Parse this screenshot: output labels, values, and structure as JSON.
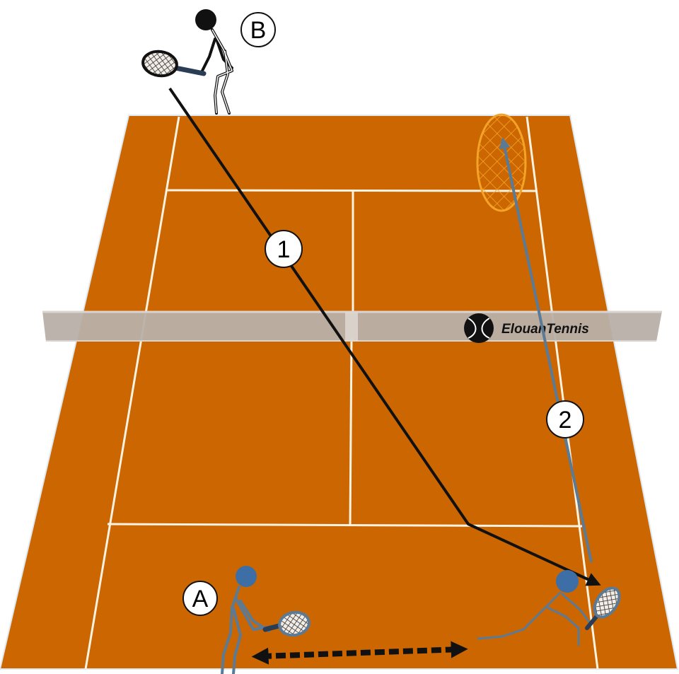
{
  "diagram": {
    "player_a_label": "A",
    "player_b_label": "B",
    "shot_1_label": "1",
    "shot_2_label": "2",
    "brand_name": "ElouanTennis"
  },
  "colors": {
    "court": "#cc6600",
    "lines": "#fdf3e2",
    "net": "#b8b0a8",
    "shot_1": "#111111",
    "shot_2": "#5b7a96",
    "player_a": "#3d6fa6",
    "player_b": "#111111",
    "target_zone": "#f3a428"
  }
}
